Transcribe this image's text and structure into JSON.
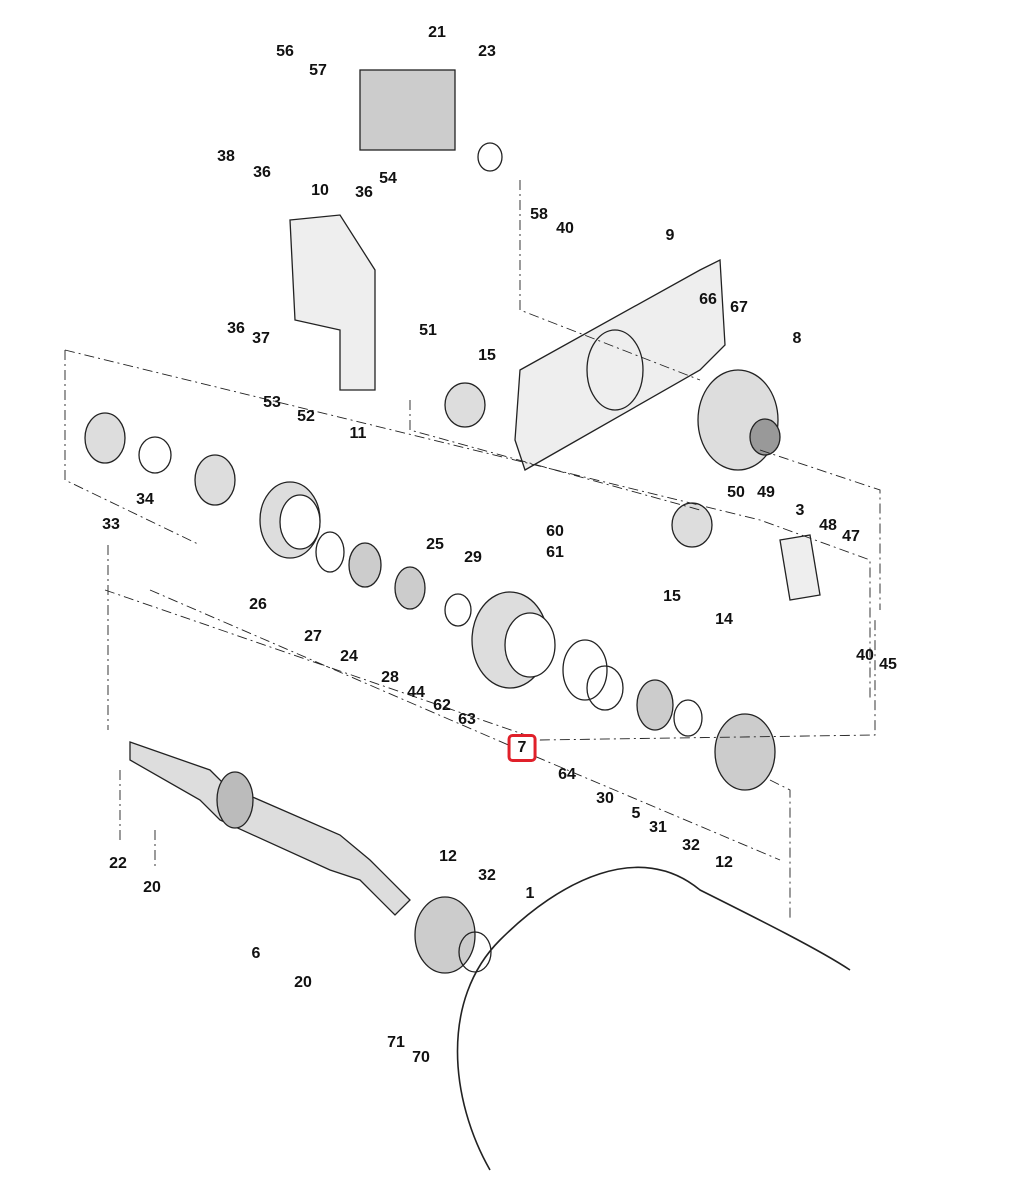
{
  "diagram": {
    "type": "exploded-parts-view",
    "highlight_color": "#e0202a",
    "highlighted_label": "7",
    "labels": [
      "56",
      "57",
      "21",
      "23",
      "38",
      "36",
      "10",
      "36",
      "54",
      "58",
      "40",
      "9",
      "66",
      "67",
      "8",
      "36",
      "37",
      "51",
      "15",
      "53",
      "52",
      "11",
      "34",
      "33",
      "26",
      "27",
      "24",
      "25",
      "29",
      "60",
      "61",
      "28",
      "44",
      "62",
      "63",
      "7",
      "64",
      "30",
      "5",
      "31",
      "32",
      "12",
      "50",
      "49",
      "3",
      "48",
      "47",
      "15",
      "14",
      "40",
      "45",
      "22",
      "20",
      "6",
      "20",
      "12",
      "32",
      "1",
      "71",
      "70"
    ]
  }
}
